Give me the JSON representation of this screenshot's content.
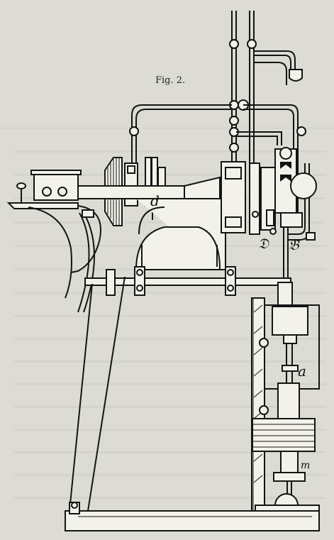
{
  "figure": {
    "caption": "Fig. 2.",
    "labels": {
      "d": "d",
      "D": "𝔇",
      "B": "𝔅",
      "a": "a",
      "m": "m"
    }
  }
}
